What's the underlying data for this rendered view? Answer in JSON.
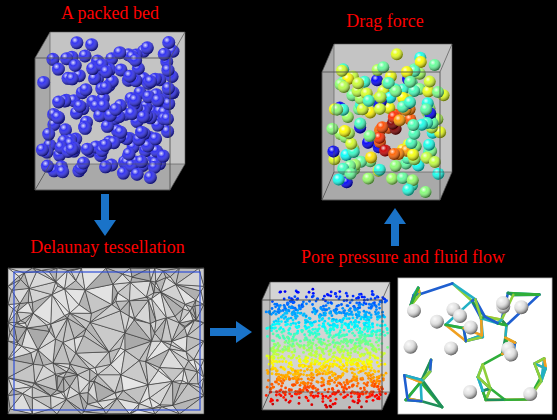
{
  "diagram": {
    "nodes": [
      {
        "text": [
          "A packed bed"
        ]
      },
      {
        "text": [
          "Drag force"
        ]
      },
      {
        "text": [
          "Delaunay tessellation"
        ]
      },
      {
        "text": [
          "Pore pressure and fluid flow"
        ]
      }
    ],
    "edges": [
      {
        "from": 0,
        "to": 2,
        "arrow": "to"
      },
      {
        "from": 2,
        "to": 3,
        "arrow": "to"
      },
      {
        "from": 3,
        "to": 1,
        "arrow": "to"
      }
    ]
  }
}
